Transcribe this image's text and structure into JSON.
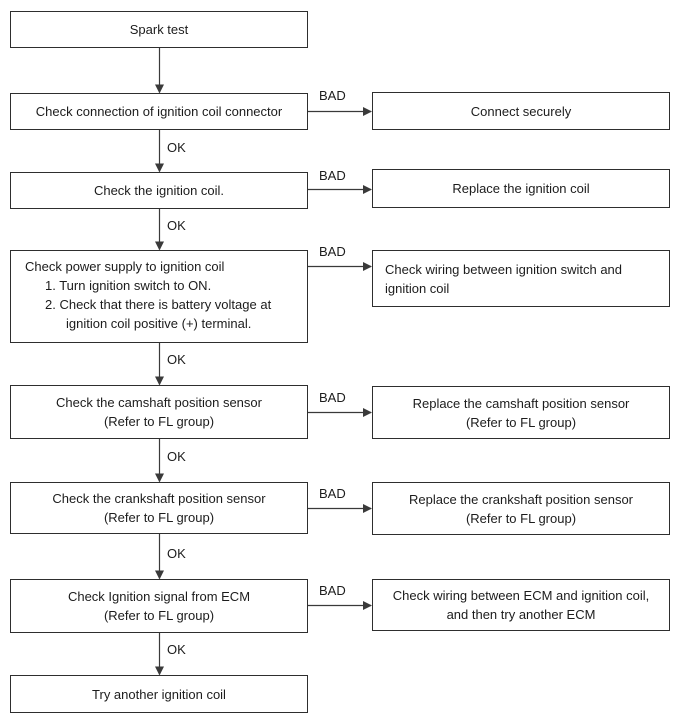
{
  "connectors": {
    "ok": "OK",
    "bad": "BAD"
  },
  "nodes": {
    "spark_test": "Spark test",
    "check_connection": "Check connection of ignition coil connector",
    "connect_securely": "Connect securely",
    "check_ignition_coil": "Check the ignition coil.",
    "replace_ignition_coil": "Replace the ignition coil",
    "check_power_supply": {
      "intro": "Check power supply to ignition coil",
      "step1": "1. Turn ignition switch to ON.",
      "step2_line1": "2. Check that there is battery voltage at",
      "step2_line2": "ignition coil positive (+) terminal."
    },
    "check_wiring_ignition_switch": {
      "line1": "Check wiring between ignition switch and",
      "line2": "ignition coil"
    },
    "check_camshaft": {
      "line1": "Check the camshaft position sensor",
      "line2": "(Refer to FL group)"
    },
    "replace_camshaft": {
      "line1": "Replace the camshaft position sensor",
      "line2": "(Refer to FL group)"
    },
    "check_crankshaft": {
      "line1": "Check the crankshaft position sensor",
      "line2": "(Refer to FL group)"
    },
    "replace_crankshaft": {
      "line1": "Replace the crankshaft position sensor",
      "line2": "(Refer to FL group)"
    },
    "check_ecm_signal": {
      "line1": "Check Ignition signal from ECM",
      "line2": "(Refer to FL group)"
    },
    "check_wiring_ecm": {
      "line1": "Check wiring between ECM and ignition coil,",
      "line2": "and then try another ECM"
    },
    "try_another_coil": "Try another ignition coil"
  },
  "colors": {
    "background": "#ffffff",
    "box_border": "#2e2e2e",
    "text": "#1c1c1c",
    "arrow": "#3a3a3a"
  }
}
